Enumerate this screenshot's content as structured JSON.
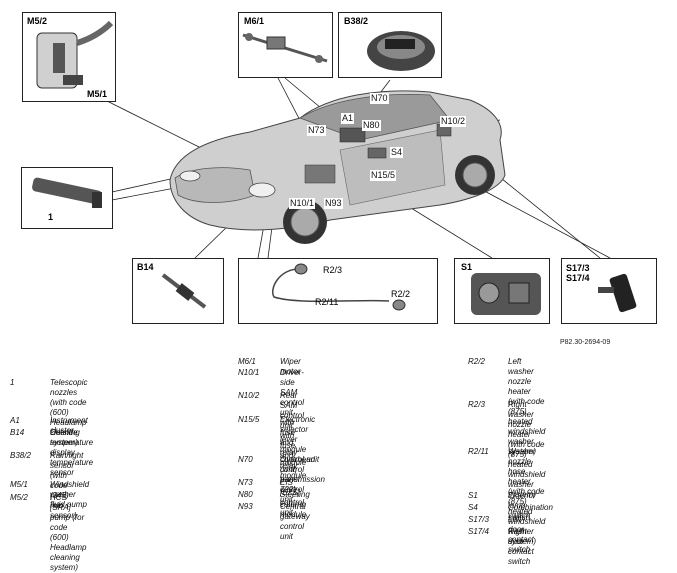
{
  "figure_ref": "P82.30-2694-09",
  "insets": {
    "m5_2": {
      "label_top": "M5/2",
      "label_bottom": "M5/1"
    },
    "m6_1": {
      "label": "M6/1"
    },
    "b38_2": {
      "label": "B38/2"
    },
    "nozzle": {
      "label": "1"
    },
    "b14": {
      "label": "B14"
    },
    "r2": {
      "label_a": "R2/3",
      "label_b": "R2/11",
      "label_c": "R2/2"
    },
    "s1": {
      "label": "S1"
    },
    "s17": {
      "label_a": "S17/3",
      "label_b": "S17/4"
    }
  },
  "callouts": {
    "n70": "N70",
    "a1": "A1",
    "n80": "N80",
    "n73": "N73",
    "n10_2": "N10/2",
    "s4": "S4",
    "n15_5": "N15/5",
    "n10_1": "N10/1",
    "n93": "N93"
  },
  "legend": {
    "col1": [
      {
        "code": "1",
        "desc": "Telescopic nozzles (with code\n(600) Headlamp cleaning system)"
      },
      {
        "code": "A1",
        "desc": "Instrument cluster"
      },
      {
        "code": "B14",
        "desc": "Outside temperature display\ntemperature sensor"
      },
      {
        "code": "B38/2",
        "desc": "Rain/light sensor\n(with code (345) rain sensor)"
      },
      {
        "code": "M5/1",
        "desc": "Windshield washer fluid pump"
      },
      {
        "code": "M5/2",
        "desc": "HCS [SRA] pump (for code (600)\nHeadlamp cleaning system)"
      }
    ],
    "col2": [
      {
        "code": "M6/1",
        "desc": "Wiper motor"
      },
      {
        "code": "N10/1",
        "desc": "Driver-side SAM control unit with\nfuse and relay module"
      },
      {
        "code": "N10/2",
        "desc": "Rear SAM control unit with fuse\nand relay module"
      },
      {
        "code": "N15/5",
        "desc": "Electronic selector lever module\ncontrol unit\n(with transmission 722)"
      },
      {
        "code": "N70",
        "desc": "Overhead control panel control\nunit"
      },
      {
        "code": "N73",
        "desc": "EIS [EZS] control unit"
      },
      {
        "code": "N80",
        "desc": "Steering column module"
      },
      {
        "code": "N93",
        "desc": "Central gateway control unit"
      }
    ],
    "col3": [
      {
        "code": "R2/2",
        "desc": "Left washer nozzle heater\n(with code (875) heated\nwindshield washer system)"
      },
      {
        "code": "R2/3",
        "desc": "Right washer nozzle heater\n(with code (875) heated\nwindshield washer system)"
      },
      {
        "code": "R2/11",
        "desc": "Washer nozzle hose heater\n(with code (875) heated\nwindshield washer system)"
      },
      {
        "code": "S1",
        "desc": "Exterior lamp switch"
      },
      {
        "code": "S4",
        "desc": "Combination switch"
      },
      {
        "code": "S17/3",
        "desc": "Left door contact switch"
      },
      {
        "code": "S17/4",
        "desc": "Right door contact switch"
      }
    ]
  }
}
